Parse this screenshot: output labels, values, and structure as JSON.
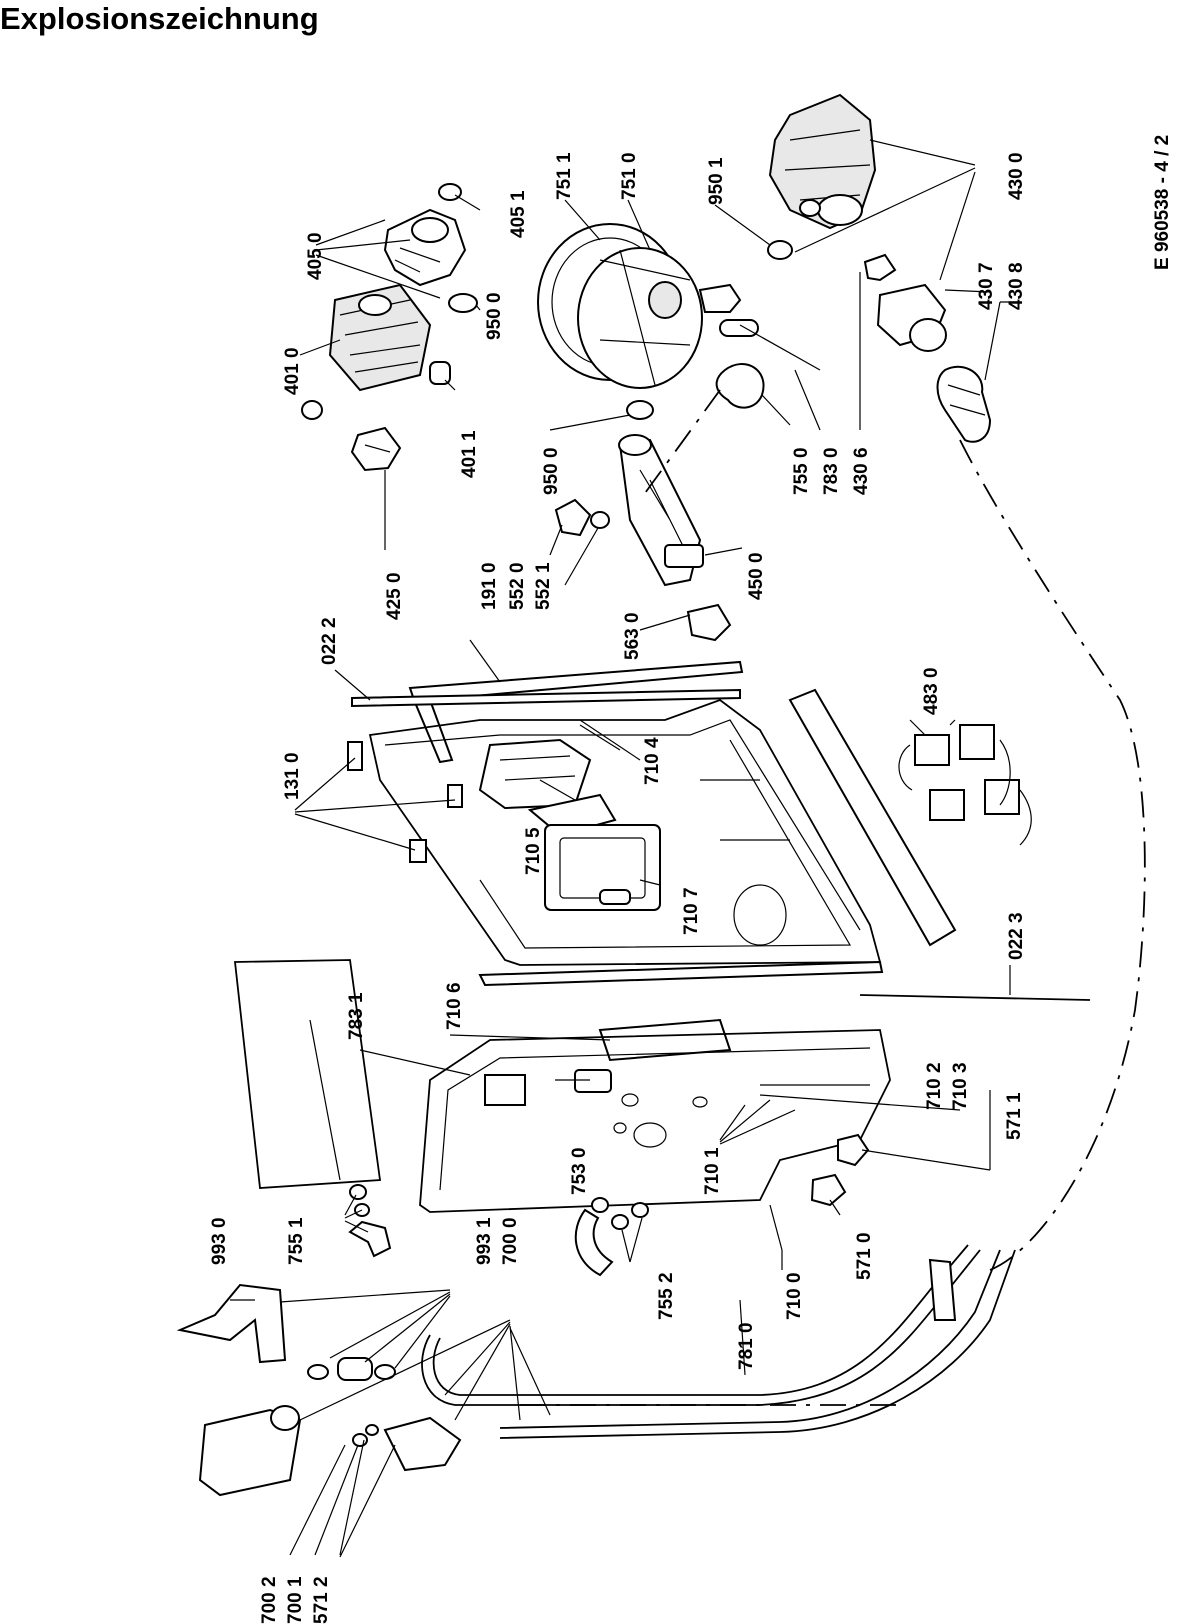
{
  "title": "Explosionszeichnung",
  "doc_code": "E 960538 - 4 / 2",
  "labels": {
    "l4051": "405 1",
    "l4050": "405 0",
    "l9500a": "950 0",
    "l4010": "401 0",
    "l4011": "401 1",
    "l4250": "425 0",
    "l7511": "751 1",
    "l7510": "751 0",
    "l9501": "950 1",
    "l4300": "430 0",
    "l4307": "430 7",
    "l4308": "430 8",
    "l4306": "430 6",
    "l7830": "783 0",
    "l7550": "755 0",
    "l9500b": "950 0",
    "l4500": "450 0",
    "l5520": "552 0",
    "l5521": "552 1",
    "l1910": "191 0",
    "l5630": "563 0",
    "l0222": "022 2",
    "l4830": "483 0",
    "l1310": "131 0",
    "l7104": "710 4",
    "l7105": "710 5",
    "l7107": "710 7",
    "l0223": "022 3",
    "l7106": "710 6",
    "l7831": "783 1",
    "l7102": "710 2",
    "l7103": "710 3",
    "l5711": "571 1",
    "l7530": "753 0",
    "l7101": "710 1",
    "l5710": "571 0",
    "l9930": "993 0",
    "l7551": "755 1",
    "l9931": "993 1",
    "l7000": "700 0",
    "l7552": "755 2",
    "l7810": "781 0",
    "l7100": "710 0",
    "l7002": "700 2",
    "l7001": "700 1",
    "l5712": "571 2"
  }
}
